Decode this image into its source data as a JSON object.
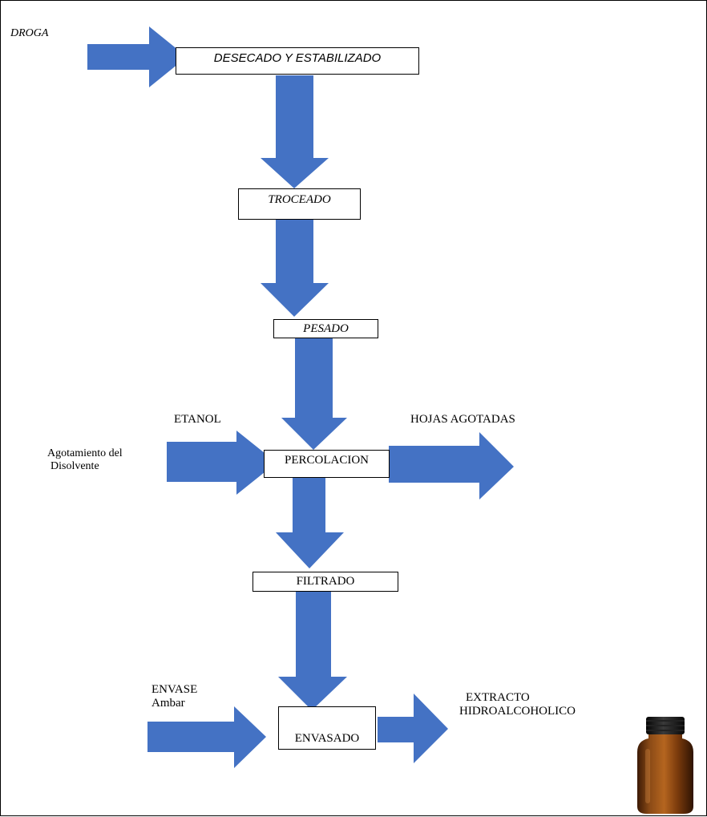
{
  "inputs": {
    "droga": "DROGA",
    "etanol": "ETANOL",
    "agotamiento_line1": "Agotamiento del",
    "agotamiento_line2": "Disolvente",
    "envase_line1": "ENVASE",
    "envase_line2": "Ambar"
  },
  "steps": {
    "desecado": "DESECADO Y ESTABILIZADO",
    "troceado": "TROCEADO",
    "pesado": "PESADO",
    "percolacion": "PERCOLACION",
    "filtrado": "FILTRADO",
    "envasado": "ENVASADO"
  },
  "outputs": {
    "hojas": "HOJAS AGOTADAS",
    "extracto_line1": "EXTRACTO",
    "extracto_line2": "HIDROALCOHOLICO"
  },
  "colors": {
    "arrow": "#4472c4",
    "bottle": "#7a3a0c",
    "cap": "#151515"
  },
  "icons": {
    "bottle": "amber-bottle-icon"
  }
}
